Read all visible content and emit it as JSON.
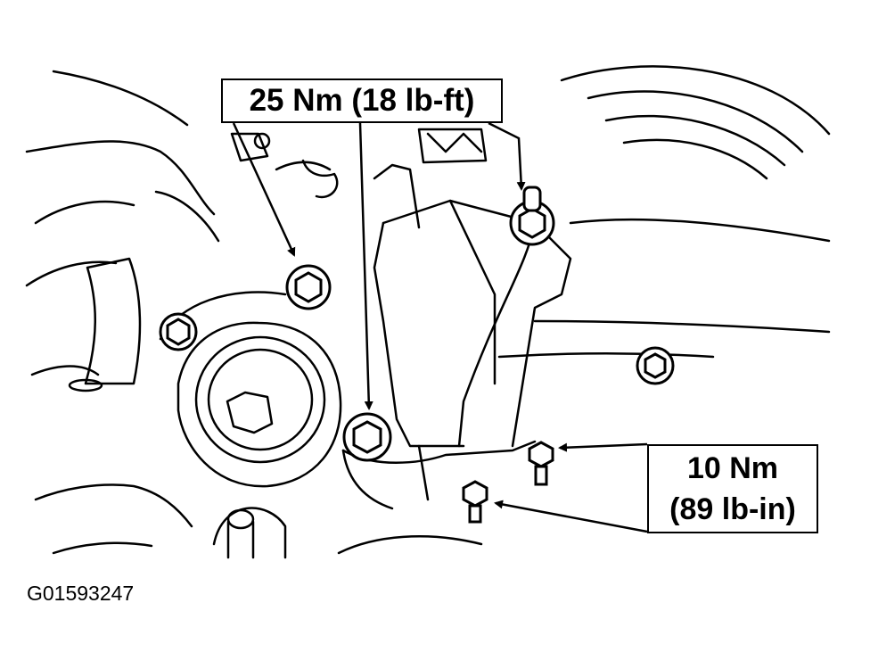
{
  "callouts": {
    "large_bolts": "25 Nm (18 lb-ft)",
    "small_bolts_line1": "10 Nm",
    "small_bolts_line2": "(89 lb-in)"
  },
  "figure_id": "G01593247",
  "colors": {
    "ink": "#000000",
    "paper": "#ffffff"
  }
}
